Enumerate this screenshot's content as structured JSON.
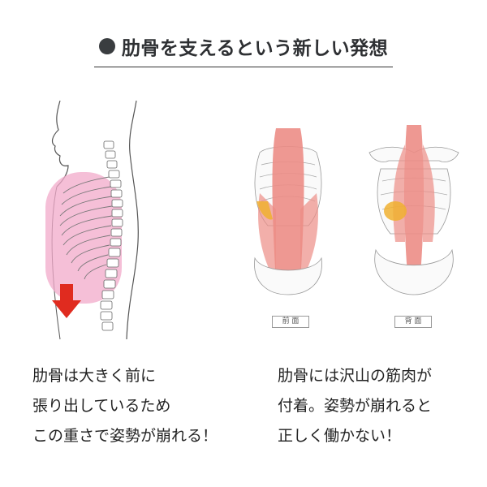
{
  "heading": {
    "text": "肋骨を支えるという新しい発想",
    "bullet_color": "#3a3d40"
  },
  "left_figure": {
    "highlight_color": "#f2a9c9",
    "arrow_color": "#e02b1f"
  },
  "right_figure": {
    "front_label": "前 面",
    "back_label": "背 面",
    "muscle_color": "#ec8d86",
    "fat_color": "#f0b030"
  },
  "captions": {
    "left": [
      "肋骨は大きく前に",
      "張り出しているため",
      "この重さで姿勢が崩れる！"
    ],
    "right": [
      "肋骨には沢山の筋肉が",
      "付着。姿勢が崩れると",
      "正しく働かない！"
    ]
  }
}
